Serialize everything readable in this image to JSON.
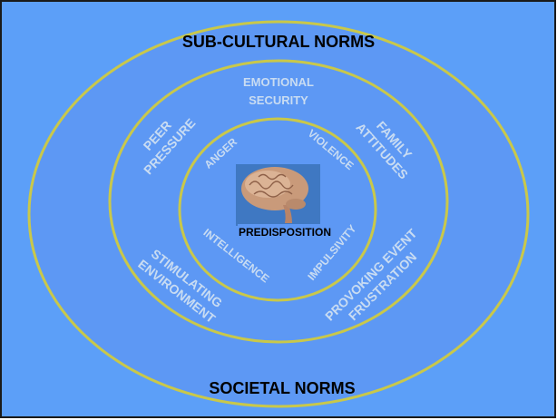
{
  "outer_top_label": "SUB-CULTURAL NORMS",
  "outer_bottom_label": "SOCIETAL NORMS",
  "middle_ring": {
    "top": [
      "EMOTIONAL",
      "SECURITY"
    ],
    "upper_left": [
      "PEER",
      "PRESSURE"
    ],
    "upper_right": [
      "FAMILY",
      "ATTITUDES"
    ],
    "lower_left": [
      "STIMULATING",
      "ENVIRONMENT"
    ],
    "lower_right": [
      "PROVOKING EVENT",
      "FRUSTRATION"
    ]
  },
  "inner_ring": {
    "upper_left": "ANGER",
    "upper_right": "VIOLENCE",
    "lower_left": "INTELLIGENCE",
    "lower_right": "IMPULSIVITY"
  },
  "center_label": "PREDISPOSITION",
  "colors": {
    "background": "#5c9ff8",
    "ring_stroke": "#c9c84a",
    "outer_fill": "#5d98f4",
    "middle_fill": "#5d98f4",
    "inner_fill": "#5d98f4",
    "ring_text": "#c9dcf2",
    "dark_text": "#000000"
  },
  "center_image": "brain-photo"
}
